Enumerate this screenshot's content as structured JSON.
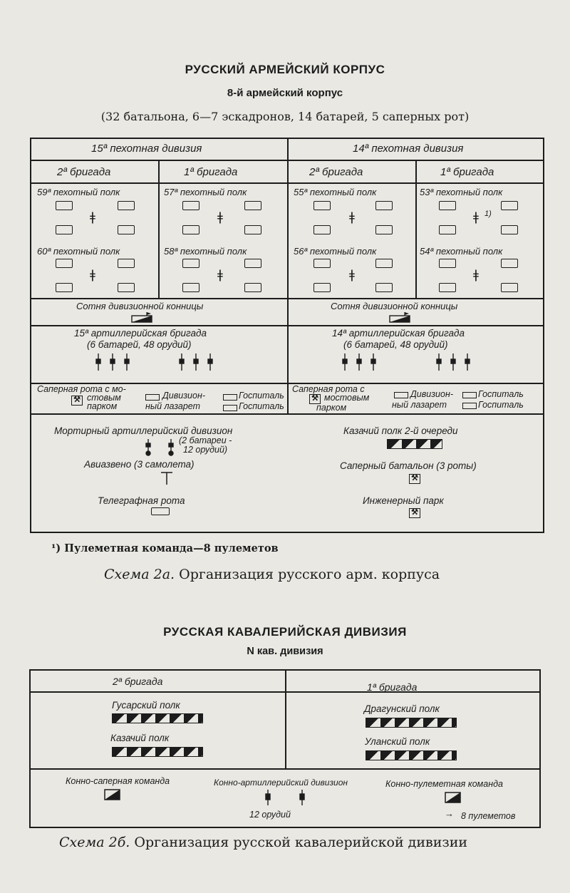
{
  "corps": {
    "title": "РУССКИЙ АРМЕЙСКИЙ КОРПУС",
    "subtitle": "8-й армейский корпус",
    "composition": "(32 батальона, 6—7 эскадронов, 14 батарей, 5 саперных рот)",
    "div_left": "15ª пехотная дивизия",
    "div_right": "14ª пехотная дивизия",
    "brig_2a": "2ª бригада",
    "brig_1a": "1ª бригада",
    "brig_2b": "2ª бригада",
    "brig_1b": "1ª бригада",
    "reg_59": "59ª пехотный полк",
    "reg_60": "60ª пехотный полк",
    "reg_57": "57ª пехотный полк",
    "reg_58": "58ª пехотный полк",
    "reg_55": "55ª пехотный полк",
    "reg_56": "56ª пехотный полк",
    "reg_53": "53ª пехотный полк",
    "reg_54": "54ª пехотный полк",
    "footnote_mark": "1)",
    "cav_left": "Сотня дивизионной конницы",
    "cav_right": "Сотня дивизионной конницы",
    "art_left_1": "15ª артиллерийская бригада",
    "art_left_2": "(6 батарей, 48 орудий)",
    "art_right_1": "14ª артиллерийская бригада",
    "art_right_2": "(6 батарей, 48 орудий)",
    "sap_left_1": "Саперная рота с мо-",
    "sap_left_2": "стовым",
    "sap_left_3": "парком",
    "sap_right_1": "Саперная рота с",
    "sap_right_2": "мостовым",
    "sap_right_3": "парком",
    "laz_1": "Дивизион-",
    "laz_2": "ный лазарет",
    "hosp_1": "Госпиталь",
    "hosp_2": "Госпиталь",
    "mortar": "Мортирный артиллерийский дивизион",
    "mortar_note_1": "(2 батареи -",
    "mortar_note_2": "12 орудий)",
    "avia": "Авиазвено (3 самолета)",
    "telegraph": "Телеграфная рота",
    "cossack": "Казачий полк 2-й очереди",
    "sapper_bn": "Саперный батальон (3 роты)",
    "engineer": "Инженерный парк",
    "footnote": "¹) Пулеметная команда—8 пулеметов",
    "caption_italic": "Схема 2а.",
    "caption_text": "Организация русского арм. корпуса"
  },
  "cavdiv": {
    "title": "РУССКАЯ КАВАЛЕРИЙСКАЯ ДИВИЗИЯ",
    "subtitle": "N кав. дивизия",
    "brig_left": "2ª бригада",
    "brig_right": "1ª бригада",
    "hussar": "Гусарский полк",
    "cossack": "Казачий полк",
    "dragoon": "Драгунский полк",
    "uhlan": "Уланский полк",
    "horse_sapper": "Конно-саперная команда",
    "horse_art": "Конно-артиллерийский дивизион",
    "guns": "12 орудий",
    "horse_mg": "Конно-пулеметная команда",
    "mg_count": "8 пулеметов",
    "caption_italic": "Схема 2б.",
    "caption_text": "Организация русской кавалерийской дивизии"
  }
}
